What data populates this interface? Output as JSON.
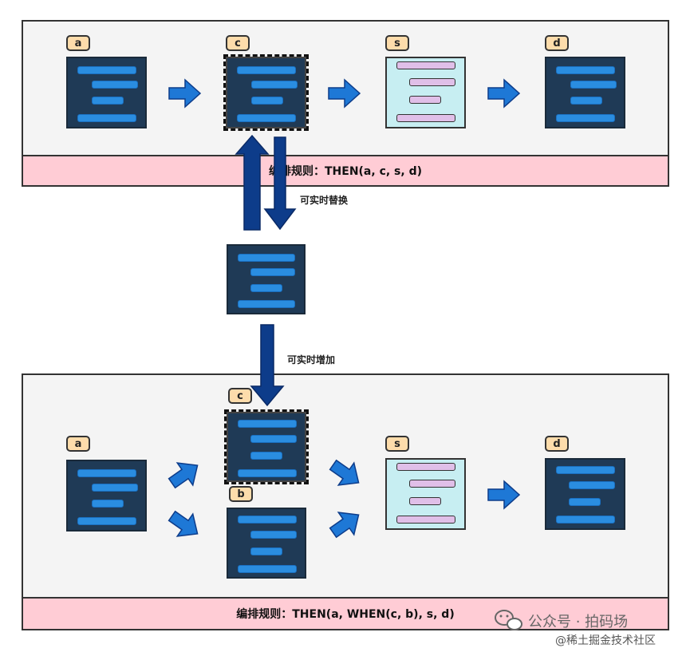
{
  "top": {
    "tags": {
      "a": "a",
      "c": "c",
      "s": "s",
      "d": "d"
    },
    "rule": "编排规则：THEN(a, c, s, d)"
  },
  "middle": {
    "replace_label": "可实时替换",
    "add_label": "可实时增加"
  },
  "bottom": {
    "tags": {
      "a": "a",
      "c": "c",
      "b": "b",
      "s": "s",
      "d": "d"
    },
    "rule": "编排规则：THEN(a, WHEN(c, b), s, d)"
  },
  "watermark": {
    "public_account": "公众号 · 拍码场",
    "site": "@稀土掘金技术社区"
  },
  "colors": {
    "node_dark": "#1f3a56",
    "node_bar": "#2a8de0",
    "node_light": "#c7eef2",
    "node_light_bar": "#e0bfe8",
    "tag": "#fddcab",
    "rule_bar": "#ffccd5",
    "arrow_light": "#1e78d6",
    "arrow_dark": "#0d3c8a"
  }
}
